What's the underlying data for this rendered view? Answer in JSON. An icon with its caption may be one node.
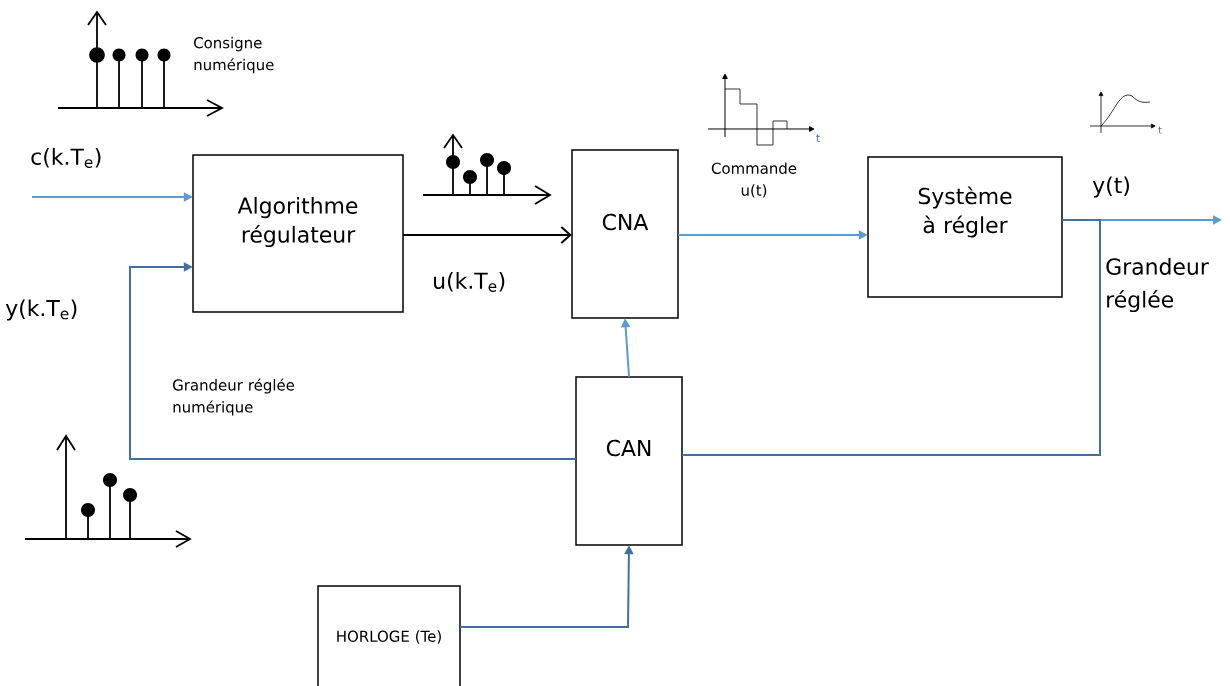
{
  "diagram": {
    "nodes": [
      {
        "text": [
          "Algorithme régulateur"
        ]
      },
      {
        "text": [
          "CNA"
        ]
      },
      {
        "text": [
          "Système à régler"
        ]
      },
      {
        "text": [
          "CAN"
        ]
      },
      {
        "text": [
          "HORLOGE (Te)"
        ]
      }
    ],
    "edges": [
      {
        "from": null,
        "to": 0,
        "arrow": "to"
      },
      {
        "from": 0,
        "to": 1,
        "arrow": "to",
        "color": "#000000"
      },
      {
        "from": 1,
        "to": 2,
        "arrow": "to"
      },
      {
        "from": 2,
        "to": null,
        "arrow": "to"
      },
      {
        "from": 2,
        "to": 3,
        "arrow": "none",
        "color": "#41719c"
      },
      {
        "from": 3,
        "to": 0,
        "arrow": "to",
        "color": "#41719c"
      },
      {
        "from": 3,
        "to": 1,
        "arrow": "to"
      },
      {
        "from": 4,
        "to": 3,
        "arrow": "to",
        "color": "#41719c"
      }
    ],
    "labels": [
      "Consigne numérique",
      "c(k.T$_{e}$)",
      "u(k.T$_{e}$)",
      "t",
      "Commande u(t)",
      "t",
      "y(t)",
      "Grandeur réglée",
      "y(k.T$_{e}$)",
      "Grandeur réglée numérique"
    ]
  }
}
